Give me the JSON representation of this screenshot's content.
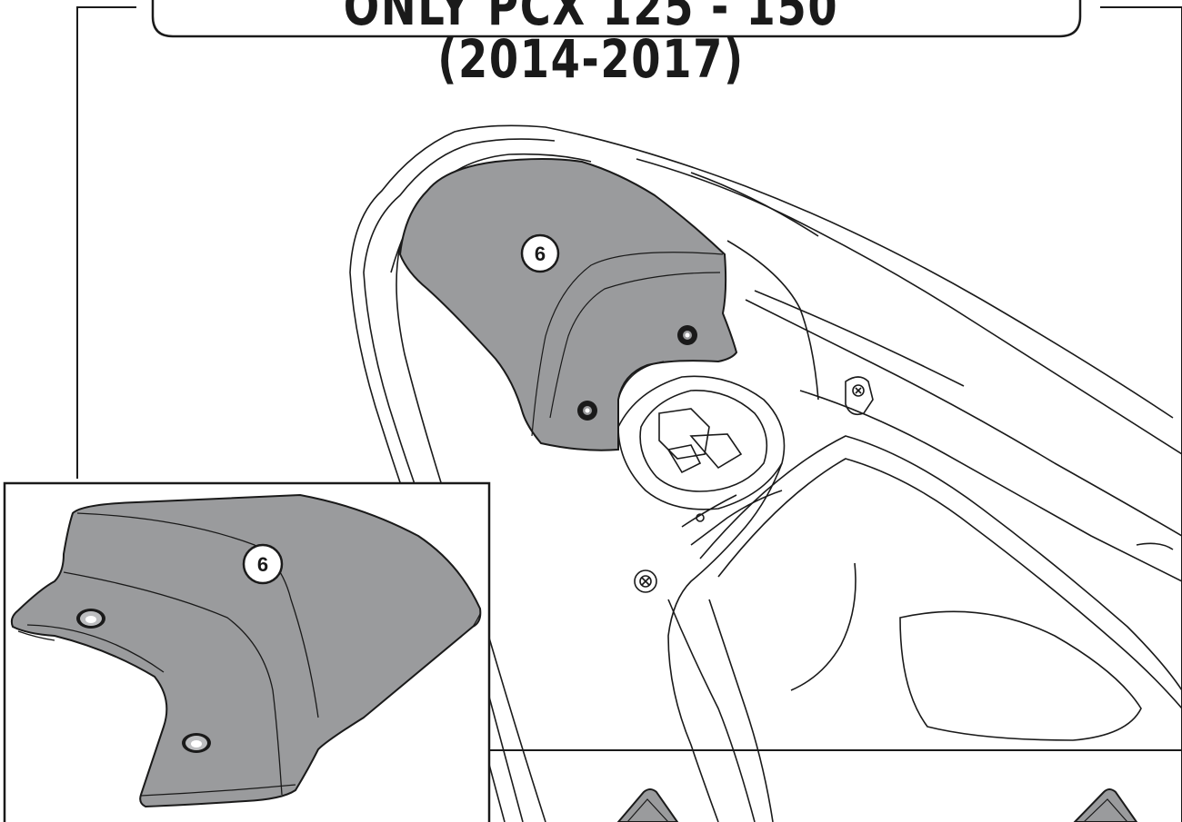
{
  "header": {
    "title": "ONLY PCX 125 - 150  (2014-2017)"
  },
  "main_view": {
    "part_callout": "6"
  },
  "inset_view": {
    "part_callout": "6"
  },
  "colors": {
    "part_fill": "#9a9b9d",
    "line": "#1a1a1a",
    "background": "#ffffff"
  }
}
